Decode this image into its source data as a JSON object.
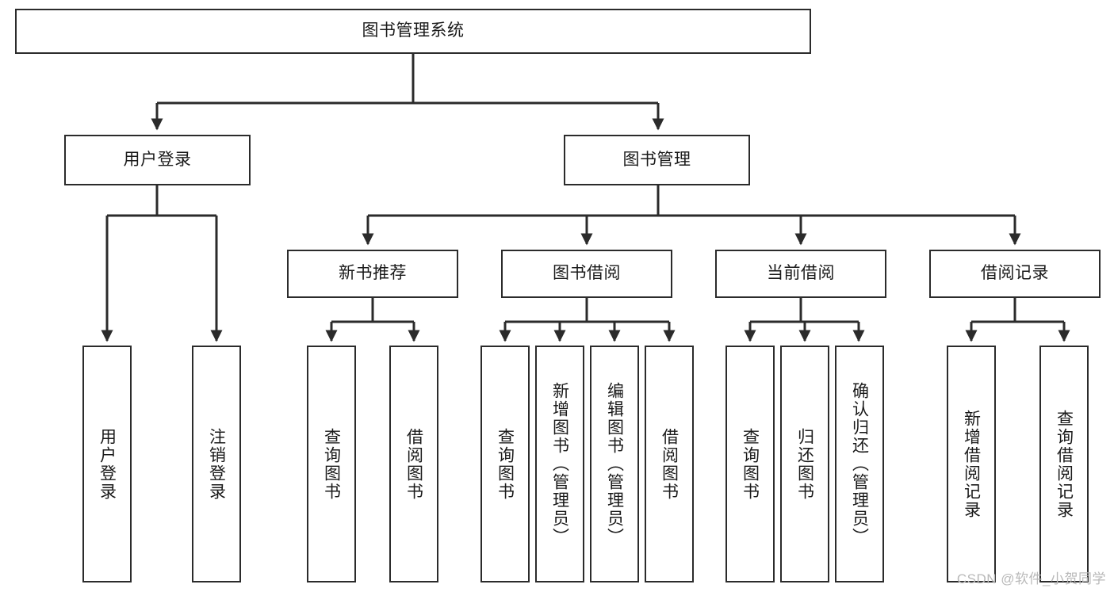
{
  "diagram": {
    "title": "图书管理系统",
    "type": "tree-hierarchy-chart",
    "colors": {
      "box_border": "#2b2b2b",
      "box_fill": "#ffffff",
      "edge": "#2b2b2b",
      "text": "#1a1a1a",
      "watermark": "#b9b9b9"
    },
    "root": {
      "label": "图书管理系统"
    },
    "level1": [
      {
        "label": "用户登录"
      },
      {
        "label": "图书管理"
      }
    ],
    "level2": [
      {
        "label": "新书推荐"
      },
      {
        "label": "图书借阅"
      },
      {
        "label": "当前借阅"
      },
      {
        "label": "借阅记录"
      }
    ],
    "leaves": {
      "user_login": [
        {
          "label": "用户登录"
        },
        {
          "label": "注销登录"
        }
      ],
      "new_book_recommend": [
        {
          "label": "查询图书"
        },
        {
          "label": "借阅图书"
        }
      ],
      "book_borrow": [
        {
          "label": "查询图书"
        },
        {
          "label": "新增图书（管理员）"
        },
        {
          "label": "编辑图书（管理员）"
        },
        {
          "label": "借阅图书"
        }
      ],
      "current_borrow": [
        {
          "label": "查询图书"
        },
        {
          "label": "归还图书"
        },
        {
          "label": "确认归还（管理员）"
        }
      ],
      "borrow_record": [
        {
          "label": "新增借阅记录"
        },
        {
          "label": "查询借阅记录"
        }
      ]
    },
    "watermark": "CSDN @软件_小贺同学"
  }
}
